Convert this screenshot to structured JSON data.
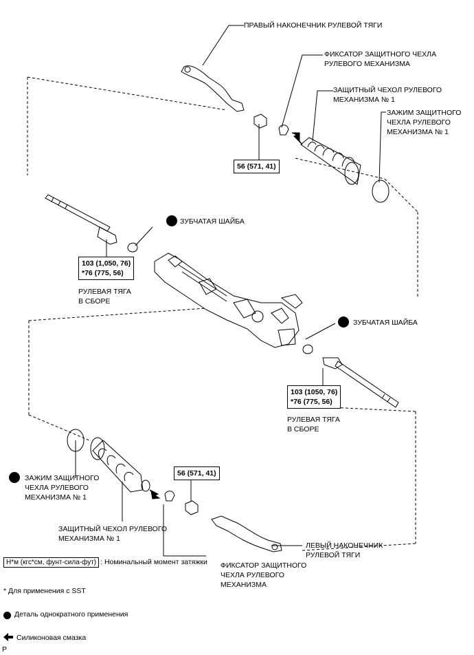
{
  "labels": {
    "right_tie_rod_end": "ПРАВЫЙ НАКОНЕЧНИК РУЛЕВОЙ ТЯГИ",
    "boot_clip_top": "ФИКСАТОР ЗАЩИТНОГО ЧЕХЛА\nРУЛЕВОГО МЕХАНИЗМА",
    "boot_top": "ЗАЩИТНЫЙ ЧЕХОЛ РУЛЕВОГО\nМЕХАНИЗМА № 1",
    "boot_clamp_top": "ЗАЖИМ ЗАЩИТНОГО\nЧЕХЛА РУЛЕВОГО\nМЕХАНИЗМА № 1",
    "torque_nut_top": "56 (571, 41)",
    "claw_washer_top": "ЗУБЧАТАЯ ШАЙБА",
    "torque_rod_top": "103 (1,050, 76)\n*76 (775, 56)",
    "rack_end_top": "РУЛЕВАЯ ТЯГА\nВ СБОРЕ",
    "claw_washer_bottom": "ЗУБЧАТАЯ ШАЙБА",
    "torque_rod_bottom": "103 (1050, 76)\n*76 (775, 56)",
    "rack_end_bottom": "РУЛЕВАЯ ТЯГА\nВ СБОРЕ",
    "boot_clamp_bottom": "ЗАЖИМ ЗАЩИТНОГО\nЧЕХЛА РУЛЕВОГО\nМЕХАНИЗМА № 1",
    "torque_nut_bottom": "56 (571, 41)",
    "boot_bottom": "ЗАЩИТНЫЙ ЧЕХОЛ РУЛЕВОГО\nМЕХАНИЗМА № 1",
    "left_tie_rod_end": "ЛЕВЫЙ НАКОНЕЧНИК\nРУЛЕВОЙ ТЯГИ",
    "boot_clip_bottom": "ФИКСАТОР ЗАЩИТНОГО\nЧЕХЛА РУЛЕВОГО\nМЕХАНИЗМА"
  },
  "legend": {
    "torque_units": "Н*м (кгс*см, фунт-сила-фут)",
    "torque_desc": ": Номинальный момент затяжки",
    "sst_note": "* Для применения с SST",
    "non_reusable": "Деталь однократного применения",
    "grease": "Силиконовая смазка",
    "corner": "P"
  }
}
